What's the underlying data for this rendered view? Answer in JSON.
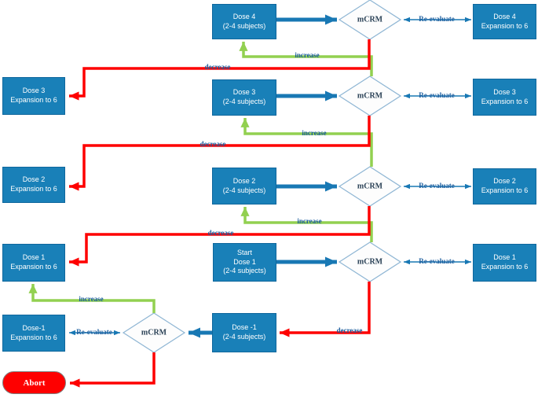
{
  "diagram_type": "flowchart",
  "decision_label": "mCRM",
  "terminator_label": "Abort",
  "edge_labels": {
    "increase": "increase",
    "decrease": "decrease",
    "re_evaluate": "Re-evaluate"
  },
  "nodes": {
    "center_dose4": {
      "line1": "Dose 4",
      "line2": "(2-4 subjects)"
    },
    "center_dose3": {
      "line1": "Dose 3",
      "line2": "(2-4 subjects)"
    },
    "center_dose2": {
      "line1": "Dose 2",
      "line2": "(2-4 subjects)"
    },
    "center_start_dose1": {
      "line1": "Start",
      "line2": "Dose 1",
      "line3": "(2-4 subjects)"
    },
    "center_dose_minus1": {
      "line1": "Dose -1",
      "line2": "(2-4 subjects)"
    },
    "left_dose3": {
      "line1": "Dose 3",
      "line2": "Expansion to 6"
    },
    "left_dose2": {
      "line1": "Dose 2",
      "line2": "Expansion to 6"
    },
    "left_dose1": {
      "line1": "Dose 1",
      "line2": "Expansion to 6"
    },
    "left_dose_minus1": {
      "line1": "Dose-1",
      "line2": "Expansion to 6"
    },
    "right_dose4": {
      "line1": "Dose 4",
      "line2": "Expansion to 6"
    },
    "right_dose3": {
      "line1": "Dose 3",
      "line2": "Expansion to 6"
    },
    "right_dose2": {
      "line1": "Dose 2",
      "line2": "Expansion to 6"
    },
    "right_dose1": {
      "line1": "Dose 1",
      "line2": "Expansion to 6"
    }
  },
  "colors": {
    "node_fill": "#1980b8",
    "node_border": "#0f679d",
    "process_arrow_blue": "#1878b4",
    "increase_green": "#92d050",
    "decrease_red": "#fe0000",
    "diamond_border": "#8fb6d4",
    "label_blue": "#1a5c9d",
    "abort_fill": "#fe0000"
  }
}
